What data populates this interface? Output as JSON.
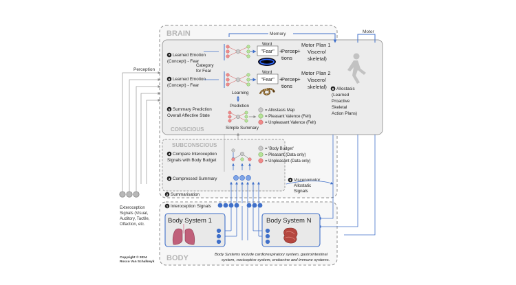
{
  "colors": {
    "blue": "#3f6fc9",
    "grey_line": "#9a9a9a",
    "box_fill": "#e8e8e8",
    "panel_fill": "#ededed",
    "node_grey": "#c9c9c9",
    "node_green": "#b7e39a",
    "node_red": "#f08a8a"
  },
  "sections": {
    "brain": "BRAIN",
    "conscious": "CONSCIOUS",
    "subconscious": "SUBCONSCIOUS",
    "body": "BODY"
  },
  "top_labels": {
    "memory": "Memory",
    "motor": "Motor",
    "perception": "Perception"
  },
  "steps": {
    "s7": {
      "num": "7",
      "line1": "Learned Emotion",
      "line2": "(Concept) - Fear"
    },
    "s6": {
      "num": "6",
      "line1": "Learned Emotion",
      "line2": "(Concept) - Fear"
    },
    "s5": {
      "num": "5",
      "line1": "Summary Prediction",
      "line2": "Overall Affective State"
    },
    "s4": {
      "num": "4",
      "line1": "Compare Interoception",
      "line2": "Signals with Body Budget"
    },
    "s3": {
      "num": "3",
      "line1": "Compressed Summary"
    },
    "s2": {
      "num": "2",
      "line1": "Summarisation"
    },
    "s1": {
      "num": "1",
      "line1": "Interoception Signals"
    },
    "s8": {
      "num": "8",
      "line1": "Allostasis",
      "line2": "(Learned",
      "line3": "Proactive",
      "line4": "Skeletal",
      "line5": "Action Plans)"
    },
    "s9": {
      "num": "9",
      "line1": "Viscenomotor",
      "line2": "Allostatic",
      "line3": "Signals"
    }
  },
  "conscious": {
    "category_l1": "Category",
    "category_l2": "for Fear",
    "word": "Word",
    "fear_word": "\"Fear\"",
    "plus": "+",
    "percep_l1": "Percep",
    "percep_l2": "tions",
    "plan1_l1": "Motor Plan 1",
    "plan1_l2": "Viscero/",
    "plan1_l3": "skeletal)",
    "plan2_l1": "Motor Plan 2",
    "plan2_l2": "Viscero/",
    "plan2_l3": "skeletal)",
    "learning": "Learning",
    "prediction": "Prediction",
    "simple_summary": "Simple Summary"
  },
  "legend_conscious": {
    "grey": "= Allostasis Map",
    "green": "= Pleasant Valence (Felt)",
    "red": "= Unpleasant Valence (Felt)"
  },
  "legend_subconscious": {
    "grey": "= 'Body Budget'",
    "green": "= Pleasant (Data only)",
    "red": "= Unpleasant (Data only)"
  },
  "exteroception": {
    "l1": "Exteroception",
    "l2": "Signals (Visual,",
    "l3": "Auditory, Tactile,",
    "l4": "Olfaction, etc."
  },
  "body_systems": {
    "sys1": "Body System 1",
    "sysN": "Body System N",
    "note_l1": "Body Systems include cardiorespiratory system, gastrointestinal",
    "note_l2": "system, nociceptive system, endocrine and immune systems."
  },
  "copyright": {
    "l1": "Copyright © 2024",
    "l2": "Rocco Van Schalkwyk"
  }
}
